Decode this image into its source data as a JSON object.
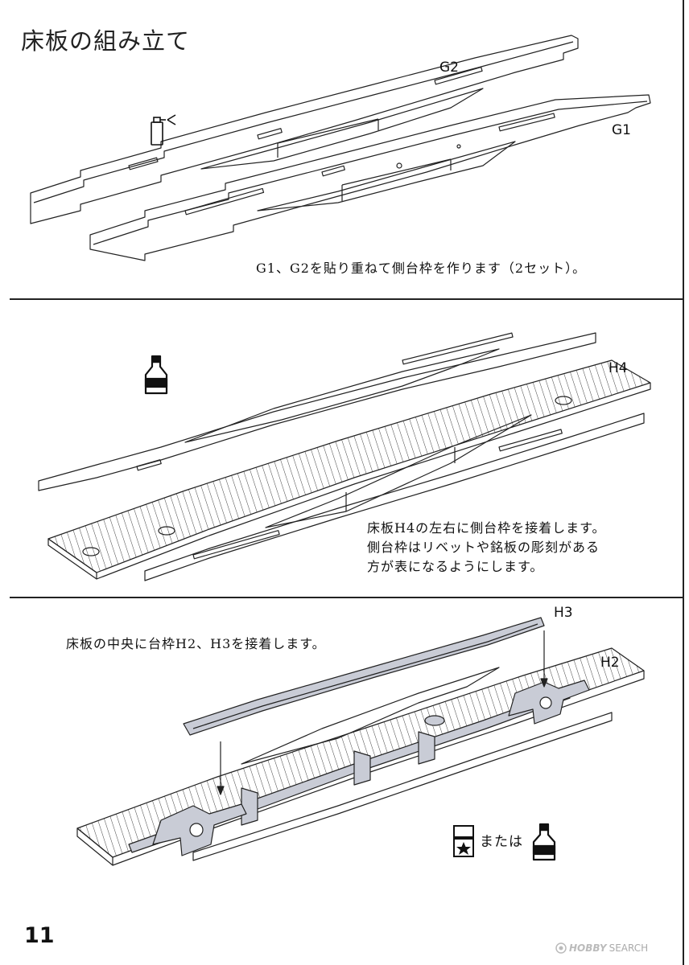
{
  "page": {
    "title": "床板の組み立て",
    "page_number": "11"
  },
  "section1": {
    "labels": {
      "g2": "G2",
      "g1": "G1"
    },
    "caption": "G1、G2を貼り重ねて側台枠を作ります（2セット）。",
    "icons": [
      "spray-glue-icon"
    ]
  },
  "section2": {
    "labels": {
      "h4": "H4"
    },
    "caption_lines": [
      "床板H4の左右に側台枠を接着します。",
      "側台枠はリベットや銘板の彫刻がある",
      "方が表になるようにします。"
    ],
    "icons": [
      "glue-bottle-icon"
    ]
  },
  "section3": {
    "labels": {
      "h3": "H3",
      "h2": "H2"
    },
    "caption": "床板の中央に台枠H2、H3を接着します。",
    "or_text": "または",
    "icons": [
      "glue-box-icon",
      "glue-bottle-icon"
    ]
  },
  "watermark": {
    "brand": "HOBBY",
    "rest": "SEARCH"
  }
}
